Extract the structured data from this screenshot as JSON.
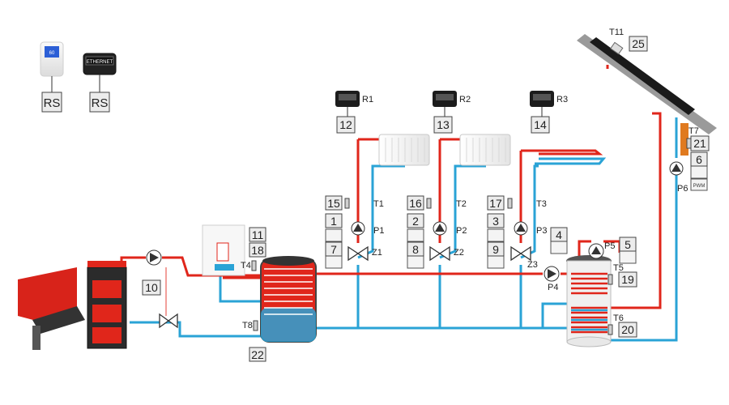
{
  "devices": {
    "rs_panel_label": "RS",
    "ethernet_label": "RS",
    "ethernet_screen_text": "ETHERNET",
    "panel_screen_text": "60"
  },
  "room_regulators": [
    {
      "label": "R1",
      "number": "12"
    },
    {
      "label": "R2",
      "number": "13"
    },
    {
      "label": "R3",
      "number": "14"
    }
  ],
  "circuits": [
    {
      "sensor": "T1",
      "sensor_no": "15",
      "pump": "P1",
      "pump_no": "1",
      "valve": "Z1",
      "valve_no": "7"
    },
    {
      "sensor": "T2",
      "sensor_no": "16",
      "pump": "P2",
      "pump_no": "2",
      "valve": "Z2",
      "valve_no": "8"
    },
    {
      "sensor": "T3",
      "sensor_no": "17",
      "pump": "P3",
      "pump_no": "3",
      "valve": "Z3",
      "valve_no": "9"
    }
  ],
  "solar": {
    "collector_sensor": "T11",
    "collector_sensor_no": "25",
    "pipe_sensor": "T7",
    "pipe_sensor_no": "21",
    "pump": "P6",
    "pump_no": "6",
    "pwm": "PWM"
  },
  "dhw": {
    "pump": "P4",
    "pump_no": "4",
    "circ_pump": "P5",
    "circ_pump_no": "5",
    "upper_sensor": "T5",
    "upper_sensor_no": "19",
    "lower_sensor": "T6",
    "lower_sensor_no": "20"
  },
  "buffer": {
    "top_sensor": "T4",
    "top_sensor_no": "18",
    "bottom_sensor": "T8",
    "bottom_sensor_no": "22"
  },
  "boiler": {
    "gas_boiler_no": "11",
    "pellet_no": "10"
  },
  "colors": {
    "hot": "#e0261b",
    "cold": "#2aa3d6",
    "box": "#e9e9e9",
    "dark": "#1c1c1c"
  }
}
